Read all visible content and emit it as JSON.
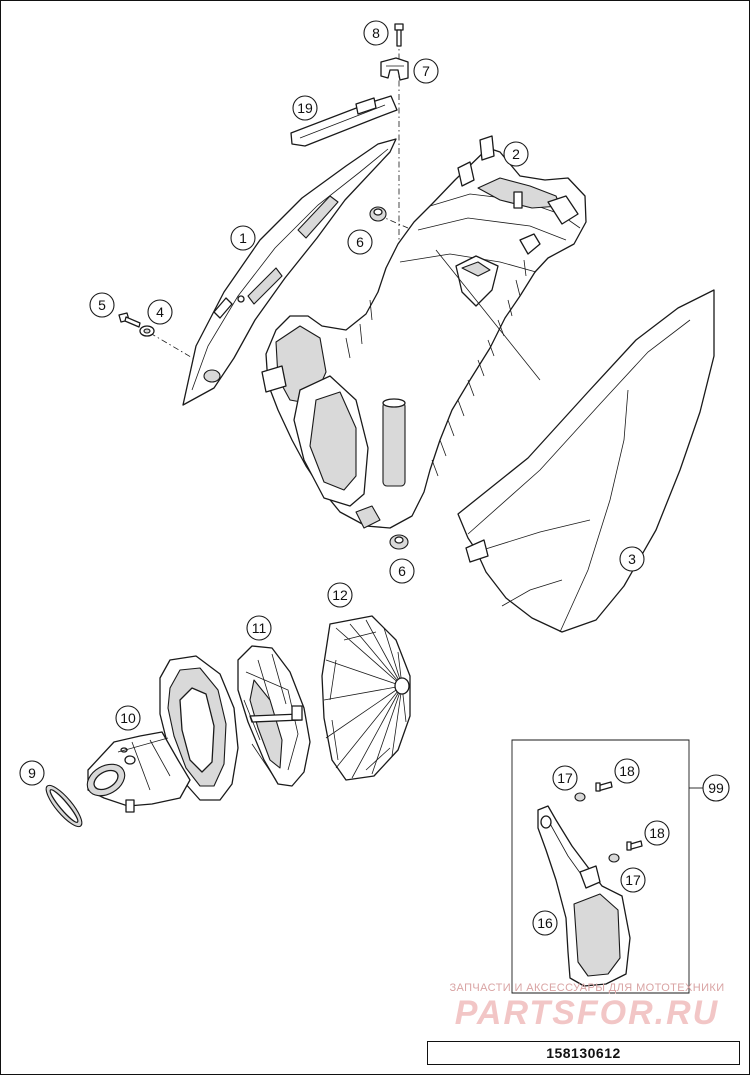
{
  "diagram": {
    "callouts": {
      "c1": "1",
      "c2": "2",
      "c3": "3",
      "c4": "4",
      "c5": "5",
      "c6a": "6",
      "c6b": "6",
      "c7": "7",
      "c8": "8",
      "c9": "9",
      "c10": "10",
      "c11": "11",
      "c12": "12",
      "c16": "16",
      "c17a": "17",
      "c17b": "17",
      "c18a": "18",
      "c18b": "18",
      "c19": "19",
      "c99": "99"
    },
    "reference_number": "158130612",
    "watermark": {
      "line1": "ЗАПЧАСТИ И АКСЕССУАРЫ ДЛЯ МОТОТЕХНИКИ",
      "line2": "PARTSFOR.RU"
    }
  }
}
